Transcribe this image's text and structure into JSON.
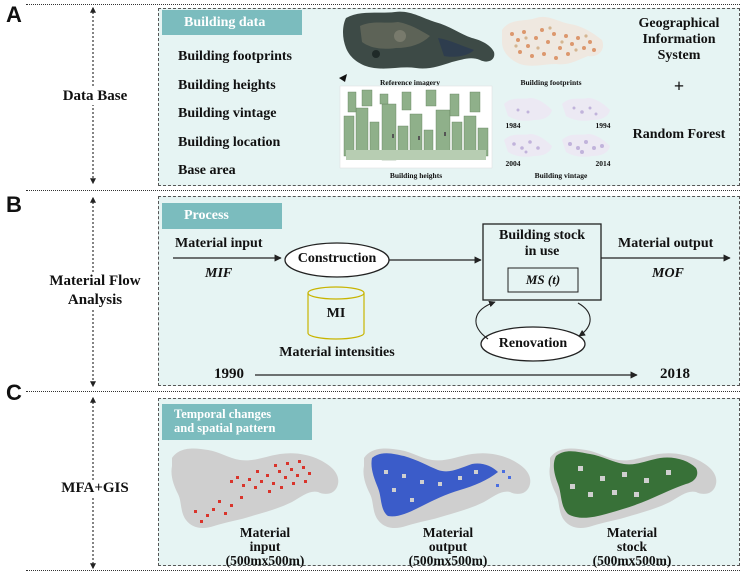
{
  "sections": [
    {
      "letter": "A",
      "label": "Data Base"
    },
    {
      "letter": "B",
      "label_line1": "Material Flow",
      "label_line2": "Analysis"
    },
    {
      "letter": "C",
      "label": "MFA+GIS"
    }
  ],
  "database": {
    "tab": "Building data",
    "items": [
      "Building footprints",
      "Building heights",
      "Building vintage",
      "Building location",
      "Base area"
    ],
    "captions": {
      "reference": "Reference imagery",
      "footprints": "Building footprints",
      "heights": "Building heights",
      "vintage": "Building vintage"
    },
    "vintage_years": [
      "1984",
      "1994",
      "2004",
      "2014"
    ],
    "method": {
      "gis_line1": "Geographical",
      "gis_line2": "Information",
      "gis_line3": "System",
      "plus": "+",
      "rf": "Random Forest"
    }
  },
  "mfa": {
    "tab": "Process",
    "input_label": "Material input",
    "input_symbol": "MIF",
    "construction": "Construction",
    "stock_line1": "Building stock",
    "stock_line2": "in use",
    "stock_symbol": "MS (t)",
    "output_label": "Material output",
    "output_symbol": "MOF",
    "mi": "MI",
    "mi_label": "Material intensities",
    "renovation": "Renovation",
    "year_start": "1990",
    "year_end": "2018"
  },
  "gis": {
    "tab_line1": "Temporal changes",
    "tab_line2": "and spatial pattern",
    "maps": [
      {
        "line1": "Material",
        "line2": "input",
        "line3": "(500mx500m)",
        "color": "#d9342b"
      },
      {
        "line1": "Material",
        "line2": "output",
        "line3": "(500mx500m)",
        "color": "#2a4fc8"
      },
      {
        "line1": "Material",
        "line2": "stock",
        "line3": "(500mx500m)",
        "color": "#2f6b2f"
      }
    ]
  },
  "colors": {
    "panel": "#e6f4f3",
    "tab": "#7bbcbe",
    "mi_cylinder": "#c8b400",
    "map_base": "#cfcfcf"
  }
}
